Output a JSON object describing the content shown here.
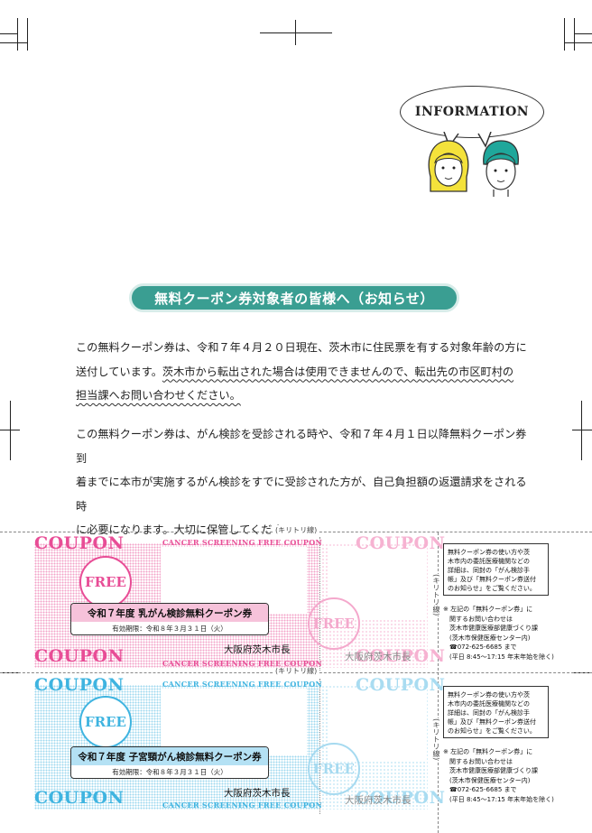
{
  "header": {
    "bubble_text": "INFORMATION",
    "icons": [
      "woman-face-icon",
      "man-face-icon"
    ]
  },
  "title": "無料クーポン券対象者の皆様へ（お知らせ）",
  "paragraph1": {
    "line1": "この無料クーポン券は、令和７年４月２０日現在、茨木市に住民票を有する対象年齢の方に",
    "line2_plain": "送付しています。",
    "line2_wavy": "茨木市から転出された場合は使用できませんので、転出先の市区町村の",
    "line3_wavy": "担当課へお問い合わせください。"
  },
  "paragraph2": {
    "line1": "この無料クーポン券は、がん検診を受診される時や、令和７年４月１日以降無料クーポン券到",
    "line2": "着までに本市が実施するがん検診をすでに受診された方が、自己負担額の返還請求をされる時",
    "line3": "に必要になります。大切に保管してください。"
  },
  "cut_label_h": "(キリトリ線)",
  "cut_label_v": "(キリトリ線)",
  "coupons": [
    {
      "color": "#e84d96",
      "coupon_word": "COUPON",
      "csfc": "CANCER SCREENING FREE COUPON",
      "free": "FREE",
      "title": "令和７年度 乳がん検診無料クーポン券",
      "expiry": "有効期限：令和８年３月３１日（火）",
      "issuer": "大阪府茨木市長"
    },
    {
      "color": "#3fb4e0",
      "coupon_word": "COUPON",
      "csfc": "CANCER SCREENING FREE COUPON",
      "free": "FREE",
      "title": "令和７年度 子宮頸がん検診無料クーポン券",
      "expiry": "有効期限：令和８年３月３１日（火）",
      "issuer": "大阪府茨木市長"
    }
  ],
  "side": {
    "info_lines": [
      "無料クーポン券の使い方や茨",
      "木市内の委託医療機関などの",
      "詳細は、同封の「がん検診手",
      "帳」及び「無料クーポン券送付",
      "のお知らせ」をご覧ください。"
    ],
    "contact_lines": [
      "※ 左記の「無料クーポン券」に",
      "　関するお問い合わせは",
      "　茨木市健康医療部健康づくり課",
      "　(茨木市保健医療センター内)",
      "　☎072-625-6685 まで",
      "　(平日 8:45～17:15 年末年始を除く)"
    ]
  }
}
